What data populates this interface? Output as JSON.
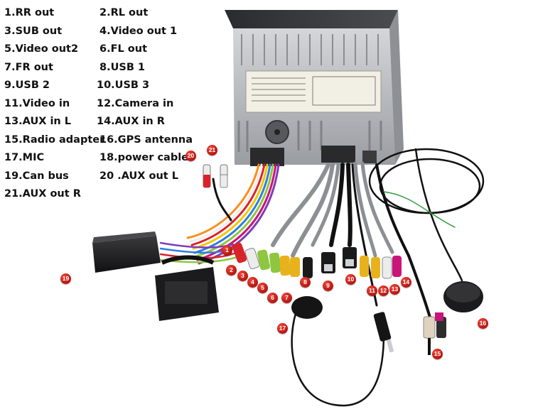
{
  "legend": [
    {
      "label": "1.RR out"
    },
    {
      "label": "2.RL out"
    },
    {
      "label": "3.SUB out"
    },
    {
      "label": "4.Video out 1"
    },
    {
      "label": "5.Video out2"
    },
    {
      "label": "6.FL out"
    },
    {
      "label": "7.FR out"
    },
    {
      "label": "8.USB 1"
    },
    {
      "label": "9.USB 2"
    },
    {
      "label": "10.USB 3"
    },
    {
      "label": "11.Video in"
    },
    {
      "label": "12.Camera in"
    },
    {
      "label": "13.AUX in L"
    },
    {
      "label": "14.AUX in R"
    },
    {
      "label": "15.Radio adapter"
    },
    {
      "label": "16.GPS antenna"
    },
    {
      "label": "17.MIC"
    },
    {
      "label": "18.power cable"
    },
    {
      "label": "19.Can bus"
    },
    {
      "label": "20 .AUX out L"
    },
    {
      "label": "21.AUX out R"
    }
  ],
  "callouts": [
    "1",
    "2",
    "3",
    "4",
    "5",
    "6",
    "7",
    "8",
    "9",
    "10",
    "11",
    "12",
    "13",
    "14",
    "15",
    "16",
    "17",
    "19",
    "20",
    "21"
  ],
  "colors": {
    "badge": "#d42a20",
    "rca_red": "#d9232a",
    "rca_white": "#ececec",
    "rca_yellow": "#e7b21c",
    "rca_green": "#8ec63f",
    "rca_magenta": "#c8157a",
    "unit_metal": "#b9bcc0",
    "canbus_box": "#1f1f21"
  }
}
